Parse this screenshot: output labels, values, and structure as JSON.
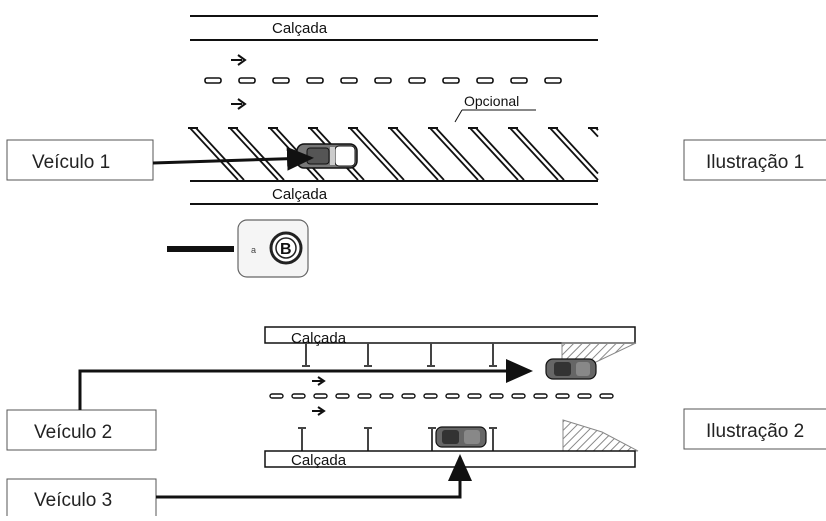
{
  "illustration1": {
    "curb_top_label": "Calçada",
    "curb_bottom_label": "Calçada",
    "optional_label": "Opcional",
    "vehicle_label": "Veículo 1",
    "title": "Ilustração 1",
    "badge_letter": "B"
  },
  "illustration2": {
    "curb_top_label": "Calçada",
    "curb_bottom_label": "Calçada",
    "vehicle2_label": "Veículo 2",
    "vehicle3_label": "Veículo 3",
    "title": "Ilustração 2"
  },
  "colors": {
    "line": "#111111",
    "box_border": "#555555",
    "car_body": "#777777",
    "hatch": "#888888"
  }
}
